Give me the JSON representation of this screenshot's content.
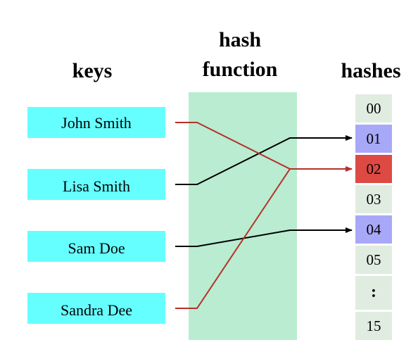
{
  "headings": {
    "keys": "keys",
    "function_line1": "hash",
    "function_line2": "function",
    "hashes": "hashes"
  },
  "keys": [
    "John Smith",
    "Lisa Smith",
    "Sam Doe",
    "Sandra Dee"
  ],
  "hashes": [
    "00",
    "01",
    "02",
    "03",
    "04",
    "05",
    ":",
    "15"
  ],
  "mappings": [
    {
      "key": "John Smith",
      "hash": "02"
    },
    {
      "key": "Lisa Smith",
      "hash": "01"
    },
    {
      "key": "Sam Doe",
      "hash": "04"
    },
    {
      "key": "Sandra Dee",
      "hash": "02"
    }
  ],
  "colors": {
    "key_box": "#66ffff",
    "function_box": "#b9ecd1",
    "hash_box": "#e1ece1",
    "hash_single": "#a8a8f8",
    "hash_collision": "#dd4a43",
    "line_normal": "#000000",
    "line_collision": "#b5302a"
  }
}
